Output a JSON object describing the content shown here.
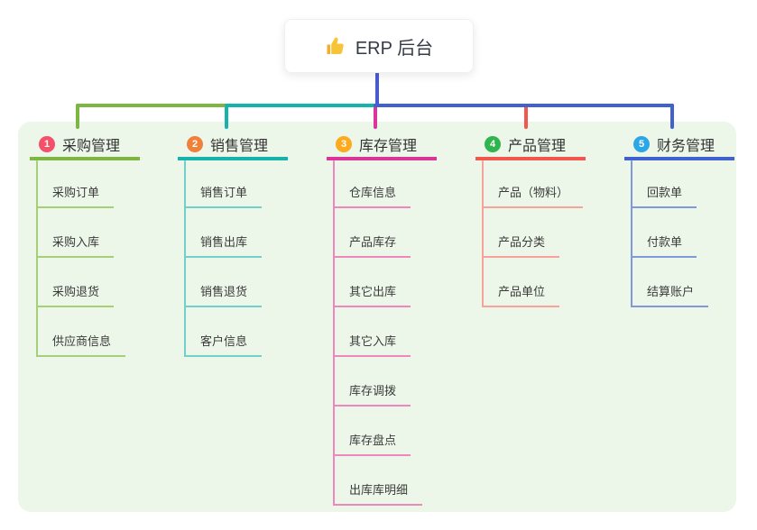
{
  "root": {
    "label": "ERP 后台",
    "icon": "thumbs-up-icon"
  },
  "branches": [
    {
      "index": "1",
      "label": "采购管理",
      "badge_color": "#f4506a",
      "line_color": "#7db642",
      "child_line_color": "#a6d077",
      "children": [
        "采购订单",
        "采购入库",
        "采购退货",
        "供应商信息"
      ]
    },
    {
      "index": "2",
      "label": "销售管理",
      "badge_color": "#f0813a",
      "line_color": "#16b3ad",
      "child_line_color": "#72cfc9",
      "children": [
        "销售订单",
        "销售出库",
        "销售退货",
        "客户信息"
      ]
    },
    {
      "index": "3",
      "label": "库存管理",
      "badge_color": "#fbab1d",
      "line_color": "#da3597",
      "child_line_color": "#ef87bf",
      "children": [
        "仓库信息",
        "产品库存",
        "其它出库",
        "其它入库",
        "库存调拨",
        "库存盘点",
        "出库库明细"
      ]
    },
    {
      "index": "4",
      "label": "产品管理",
      "badge_color": "#2fb54d",
      "line_color": "#f2574d",
      "child_line_color": "#f7a29a",
      "children": [
        "产品（物料）",
        "产品分类",
        "产品单位"
      ]
    },
    {
      "index": "5",
      "label": "财务管理",
      "badge_color": "#2ba7e8",
      "line_color": "#4161cf",
      "child_line_color": "#8099da",
      "children": [
        "回款单",
        "付款单",
        "结算账户"
      ]
    }
  ],
  "colors": {
    "canvas_bg": "#ffffff",
    "panel_bg": "#ecf7e9",
    "root_line": "#4a5bd0",
    "root_text": "#353a45",
    "branch_text": "#333333",
    "child_text": "#3b3b3b",
    "thumb_yellow": "#f8c437",
    "thumb_cuff": "#f0ae34"
  }
}
